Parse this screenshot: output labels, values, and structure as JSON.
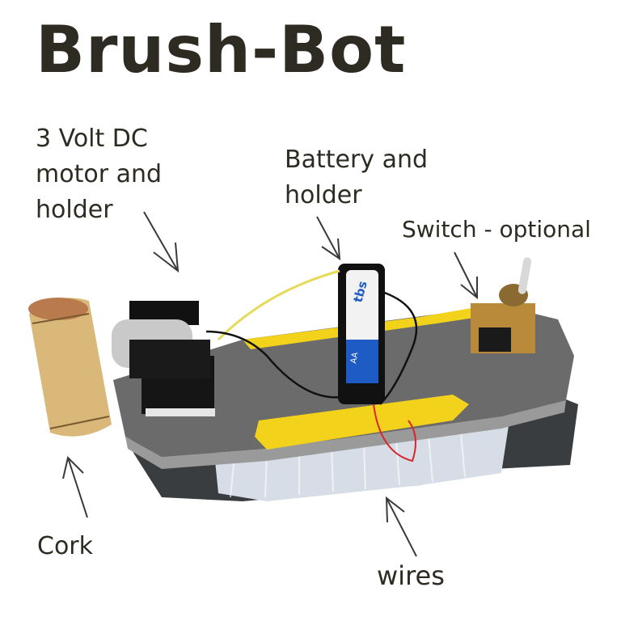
{
  "title": "Brush-Bot",
  "labels": {
    "motor": [
      "3 Volt DC",
      "motor and",
      "holder"
    ],
    "battery": [
      "Battery and",
      "holder"
    ],
    "switch": "Switch - optional",
    "cork": "Cork",
    "wires": "wires"
  },
  "battery": {
    "brand": "tbs",
    "size": "AA"
  },
  "colors": {
    "text": "#2d2b22",
    "brush_body": "#6b6b6b",
    "brush_yellow": "#f2d21b",
    "bristle_dark": "#3a3d40",
    "bristle_light": "#d6dde6",
    "cork": "#d9b87a",
    "battery_blue": "#1f5bc4"
  }
}
